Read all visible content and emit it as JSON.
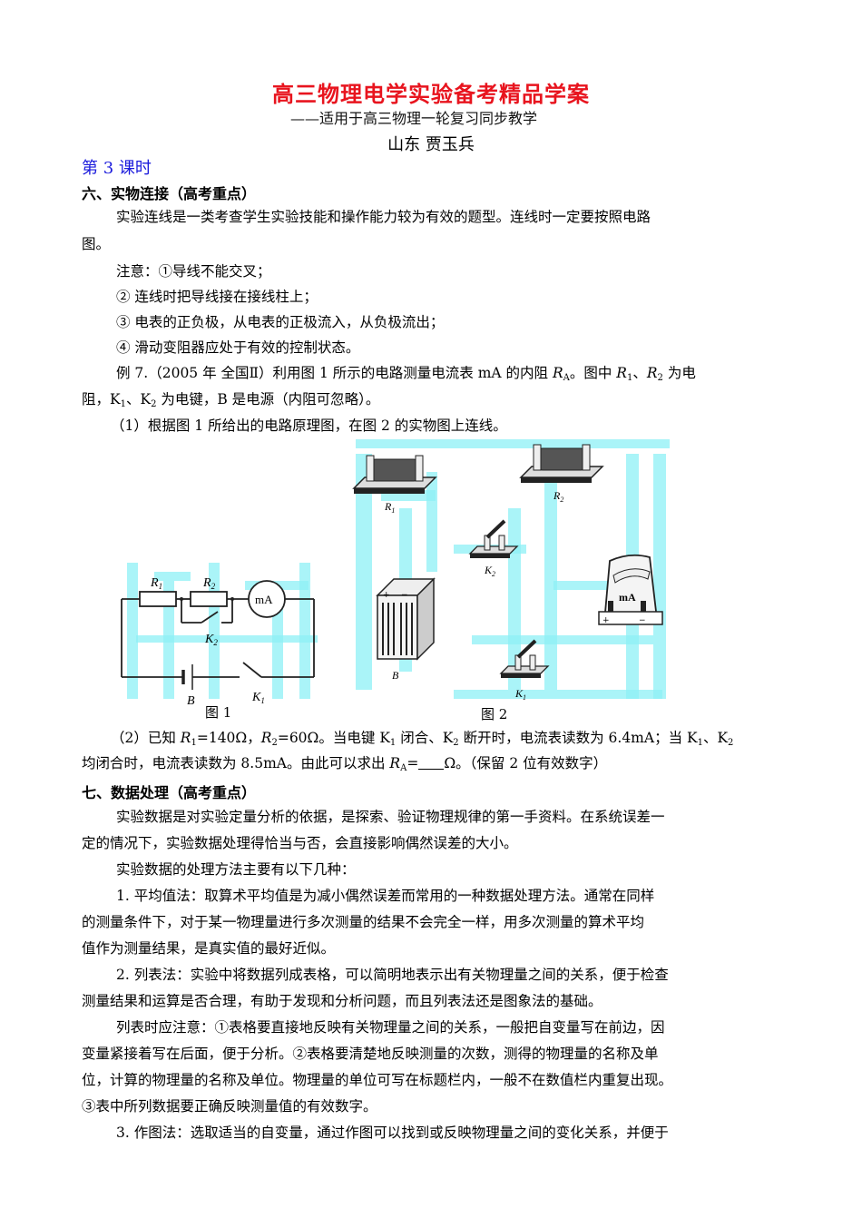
{
  "document": {
    "title": "高三物理电学实验备考精品学案",
    "subtitle": "——适用于高三物理一轮复习同步教学",
    "author": "山东  贾玉兵",
    "lesson": "第 3 课时"
  },
  "section6": {
    "heading": "六、实物连接（高考重点）",
    "intro_line1": "实验连线是一类考查学生实验技能和操作能力较为有效的题型。连线时一定要按照电路",
    "intro_line2": "图。",
    "notes_label": "注意：①导线不能交叉；",
    "note2": "② 连线时把导线接在接线柱上；",
    "note3": "③ 电表的正负极，从电表的正极流入，从负极流出；",
    "note4": "④ 滑动变阻器应处于有效的控制状态。",
    "example": {
      "line1_a": "例 7.（2005 年 全国Ⅱ）利用图 1 所示的电路测量电流表 mA 的内阻 ",
      "line1_RA": "R",
      "line1_RA_sub": "A",
      "line1_b": "。图中 ",
      "line1_R1": "R",
      "line1_R1_sub": "1",
      "line1_sep": "、",
      "line1_R2": "R",
      "line1_R2_sub": "2",
      "line1_c": " 为电",
      "line2_a": "阻，K",
      "line2_K1_sub": "1",
      "line2_b": "、K",
      "line2_K2_sub": "2",
      "line2_c": " 为电键，B 是电源（内阻可忽略）。",
      "q1": "（1）根据图 1 所给出的电路原理图，在图 2 的实物图上连线。",
      "q2_line1_a": "（2）已知 ",
      "q2_R1": "R",
      "q2_R1_sub": "1",
      "q2_R1_val": "=140Ω，",
      "q2_R2": "R",
      "q2_R2_sub": "2",
      "q2_R2_val": "=60Ω。当电键 K",
      "q2_K1_sub": "1",
      "q2_mid": " 闭合、K",
      "q2_K2_sub": "2",
      "q2_end": " 断开时，电流表读数为 6.4mA；当 K",
      "q2_K1b_sub": "1",
      "q2_sep": "、K",
      "q2_K2b_sub": "2",
      "q2_line2_a": "均闭合时，电流表读数为 8.5mA。由此可以求出 ",
      "q2_RA": "R",
      "q2_RA_sub": "A",
      "q2_line2_b": "=",
      "q2_line2_c": "Ω。（保留 2 位有效数字）"
    },
    "figure1": {
      "caption": "图 1",
      "labels": {
        "R1": "R",
        "R1_sub": "1",
        "R2": "R",
        "R2_sub": "2",
        "meter": "mA",
        "K2": "K",
        "K2_sub": "2",
        "B": "B",
        "K1": "K",
        "K1_sub": "1"
      }
    },
    "figure2": {
      "caption": "图 2",
      "labels": {
        "R1": "R",
        "R1_sub": "1",
        "R2": "R",
        "R2_sub": "2",
        "K2": "K",
        "K2_sub": "2",
        "B": "B",
        "meter": "mA",
        "K1": "K",
        "K1_sub": "1",
        "plus": "+",
        "minus": "−"
      }
    }
  },
  "section7": {
    "heading": "七、数据处理（高考重点）",
    "p1_line1": "实验数据是对实验定量分析的依据，是探索、验证物理规律的第一手资料。在系统误差一",
    "p1_line2": "定的情况下，实验数据处理得恰当与否，会直接影响偶然误差的大小。",
    "p2": "实验数据的处理方法主要有以下几种：",
    "m1_line1": "1. 平均值法：取算术平均值是为减小偶然误差而常用的一种数据处理方法。通常在同样",
    "m1_line2": "的测量条件下，对于某一物理量进行多次测量的结果不会完全一样，用多次测量的算术平均",
    "m1_line3": "值作为测量结果，是真实值的最好近似。",
    "m2_line1": "2. 列表法：实验中将数据列成表格，可以简明地表示出有关物理量之间的关系，便于检查",
    "m2_line2": "测量结果和运算是否合理，有助于发现和分析问题，而且列表法还是图象法的基础。",
    "t_line1": "列表时应注意：①表格要直接地反映有关物理量之间的关系，一般把自变量写在前边，因",
    "t_line2": "变量紧接着写在后面，便于分析。②表格要清楚地反映测量的次数，测得的物理量的名称及单",
    "t_line3": "位，计算的物理量的名称及单位。物理量的单位可写在标题栏内，一般不在数值栏内重复出现。",
    "t_line4": "③表中所列数据要正确反映测量值的有效数字。",
    "m3_line1": "3. 作图法：选取适当的自变量，通过作图可以找到或反映物理量之间的变化关系，并便于"
  },
  "colors": {
    "title": "#e8141e",
    "lesson": "#1a1adc",
    "watermark": "#8ef0f6"
  }
}
